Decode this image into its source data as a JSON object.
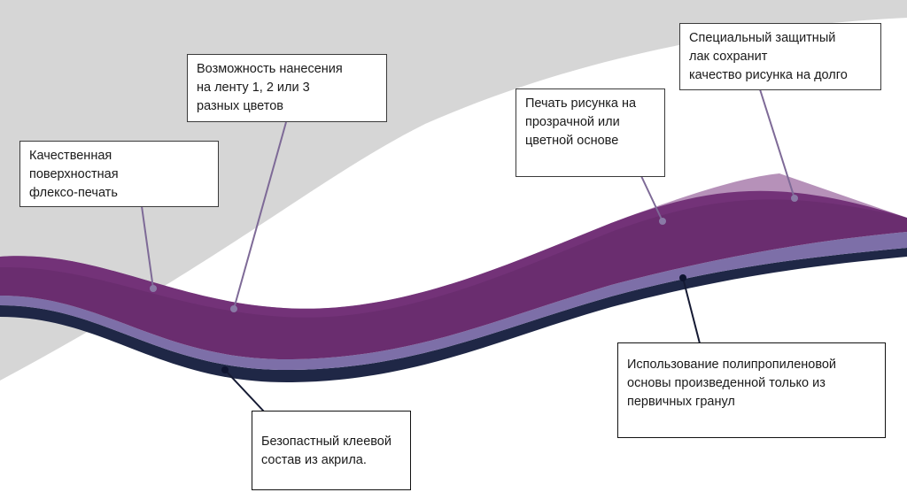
{
  "colors": {
    "background_band": "#d6d6d6",
    "top_layer": "#6a2d6f",
    "top_layer_edge": "#4e1f52",
    "middle_layer": "#7d6fa8",
    "bottom_layer": "#1f2746",
    "leader_light": "#7e6a97",
    "leader_dark": "#151a33"
  },
  "callouts": {
    "flexo": "Качественная\nповерхностная\nфлексо-печать",
    "colors_option": "Возможность нанесения\nна ленту 1, 2 или 3\nразных цветов",
    "print_base": "Печать рисунка на\nпрозрачной или\nцветной основе",
    "lacquer": "Специальный защитный\nлак сохранит\nкачество рисунка на долго",
    "polypropylene": "Использование полипропиленовой\nосновы произведенной только из\nпервичных гранул",
    "adhesive": "Безопастный клеевой\nсостав из акрила."
  }
}
